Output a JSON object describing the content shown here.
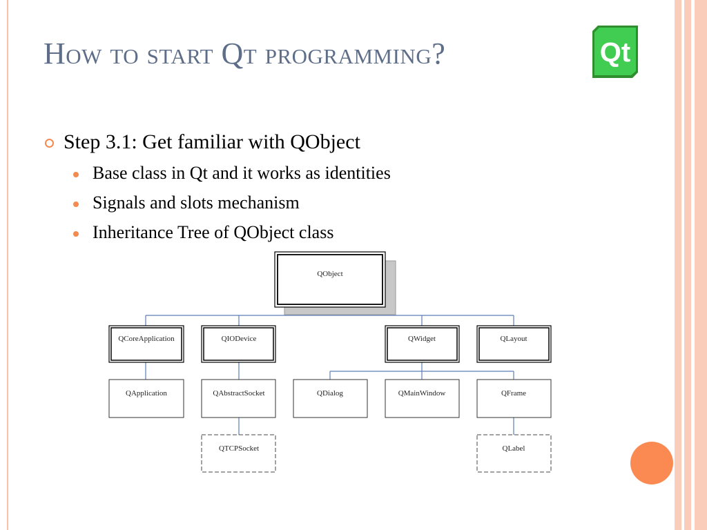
{
  "slide": {
    "title": "How to start Qt programming?",
    "logo_text": "Qt",
    "bullet_main": "Step 3.1: Get familiar with QObject",
    "sub_bullets": [
      "Base class in Qt and  it works as identities",
      "Signals and slots mechanism",
      "Inheritance Tree of QObject class"
    ]
  },
  "diagram": {
    "root": "QObject",
    "level1": [
      "QCoreApplication",
      "QIODevice",
      "QWidget",
      "QLayout"
    ],
    "level2": [
      "QApplication",
      "QAbstractSocket",
      "QDialog",
      "QMainWindow",
      "QFrame"
    ],
    "level3": [
      "QTCPSocket",
      "QLabel"
    ]
  },
  "colors": {
    "title": "#5e6e88",
    "accent": "#f48a50",
    "stripe": "#f9cdb9",
    "connector": "#5b7db8",
    "qt_green": "#41cd52"
  }
}
